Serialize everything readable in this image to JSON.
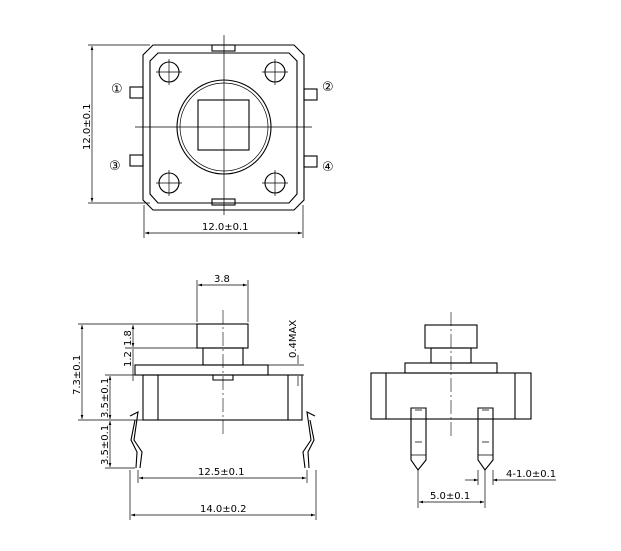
{
  "top_view": {
    "width_dim": "12.0±0.1",
    "height_dim": "12.0±0.1",
    "pins": [
      "①",
      "②",
      "③",
      "④"
    ]
  },
  "side_view": {
    "actuator_width": "3.8",
    "actuator_height": "1.8",
    "stem_height": "1.2",
    "plate_clearance": "0.4MAX",
    "total_height": "7.3±0.1",
    "body_height": "3.5±0.1",
    "leg_height": "3.5±0.1",
    "leg_spacing": "12.5±0.1",
    "overall_width": "14.0±0.2"
  },
  "end_view": {
    "pin_pitch": "5.0±0.1",
    "pin_width": "4-1.0±0.1"
  }
}
